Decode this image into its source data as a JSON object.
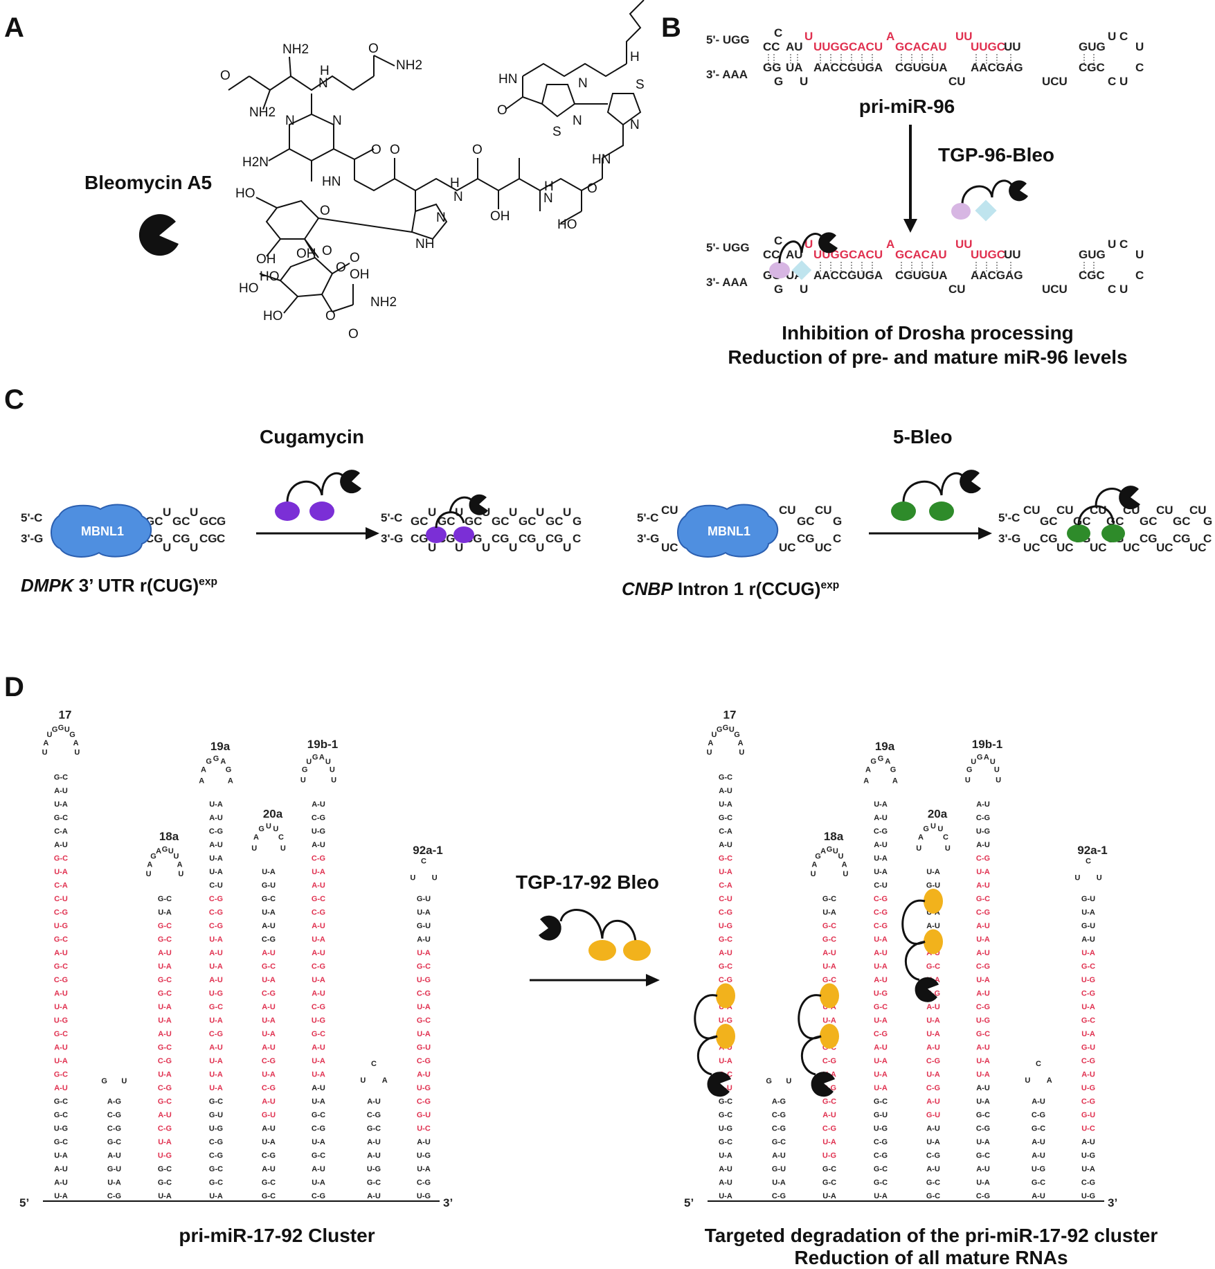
{
  "panels": {
    "A": {
      "label": "A",
      "compound_name": "Bleomycin A5",
      "atom_labels": [
        "NH2",
        "O",
        "NH2",
        "H",
        "N",
        "O",
        "NH2",
        "N",
        "N",
        "H2N",
        "HN",
        "O",
        "O",
        "N",
        "H",
        "OH",
        "O",
        "H",
        "N",
        "O",
        "HN",
        "N",
        "S",
        "S",
        "N",
        "N",
        "H",
        "HN",
        "O",
        "HO",
        "HO",
        "O",
        "OH",
        "N",
        "NH",
        "HO",
        "O",
        "OH",
        "O",
        "O",
        "OH",
        "HO",
        "HO",
        "O",
        "NH2",
        "O"
      ]
    },
    "B": {
      "label": "B",
      "rna_name": "pri-miR-96",
      "compound_name": "TGP-96-Bleo",
      "top": {
        "five_prime": "5'- UGG",
        "bulge1": "C",
        "stem1": "CC",
        "seg_au": "AU",
        "red1": "U",
        "red2": "UUGGCACU",
        "red3": "A",
        "red4": "GCACAU",
        "red5": "UU",
        "red6": "UUGC",
        "black1": "UU",
        "black2": "GUG",
        "loop_top": "U C",
        "loop_right": "U"
      },
      "bottom": {
        "three_prime": "3'- AAA",
        "stem1": "GG",
        "bulge1": "G",
        "seg_ua": "UA",
        "bulge2": "U",
        "seq1": "AACCGUGA",
        "seq2": "CGUGUA",
        "bulge3": "CU",
        "seq3": "AACGAG",
        "bulge4": "UCU",
        "seq4": "CGC",
        "loop_bottom": "C U",
        "loop_right": "C"
      },
      "outcome_line1": "Inhibition  of Drosha processing",
      "outcome_line2": "Reduction of pre- and mature miR-96 levels"
    },
    "C": {
      "label": "C",
      "left": {
        "compound_name": "Cugamycin",
        "protein": "MBNL1",
        "target_gene": "DMPK",
        "target_rest": " 3’ UTR r(CUG)",
        "target_sup": "exp",
        "top_strand": "5'-C",
        "bottom_strand": "3'-G",
        "repeat_top": "GC",
        "repeat_bot": "CG",
        "loop_top": "U",
        "loop_bot": "U",
        "end_top": "G",
        "end_bot": "C"
      },
      "right": {
        "compound_name": "5-Bleo",
        "protein": "MBNL1",
        "target_gene": "CNBP",
        "target_rest": " Intron 1 r(CCUG)",
        "target_sup": "exp",
        "top_strand": "5'-C",
        "bottom_strand": "3'-G",
        "repeat_top": "GC",
        "repeat_bot": "CG",
        "loop_top": "CU",
        "loop_bot": "UC",
        "end_top": "G",
        "end_bot": "C"
      }
    },
    "D": {
      "label": "D",
      "left_title": "pri-miR-17-92 Cluster",
      "compound_name": "TGP-17-92 Bleo",
      "right_caption_line1": "Targeted degradation of the pri-miR-17-92 cluster",
      "right_caption_line2": "Reduction of all mature RNAs",
      "five_prime": "5’",
      "three_prime": "3’",
      "hairpins": [
        {
          "name": "17",
          "pairs": [
            "U-A",
            "A-U",
            "A-U",
            "U-A",
            "G-C",
            "U-G",
            "G-C",
            "G-C",
            "A-U",
            "G-C",
            "U-A",
            "A-U",
            "G-C",
            "U-G",
            "U-A",
            "A-U",
            "C-G",
            "G-C",
            "A-U",
            "G-C",
            "U-G",
            "C-G",
            "C-U",
            "C-A",
            "U-A",
            "G-C",
            "A-U",
            "C-A",
            "G-C",
            "U-A",
            "A-U",
            "G-C"
          ],
          "loop": "UAUGGUGAU"
        },
        {
          "name": "",
          "pairs": [
            "C-G",
            "U-A",
            "G-U",
            "A-U",
            "G-C",
            "C-G",
            "C-G",
            "A-G"
          ],
          "loop": "GU"
        },
        {
          "name": "18a",
          "pairs": [
            "U-A",
            "G-C",
            "G-C",
            "U-G",
            "U-A",
            "C-G",
            "A-U",
            "G-C",
            "C-G",
            "U-A",
            "C-G",
            "G-C",
            "A-U",
            "U-A",
            "U-A",
            "G-C",
            "G-C",
            "U-A",
            "A-U",
            "G-C",
            "G-C",
            "U-A",
            "G-C"
          ],
          "loop": "UAGAGUUAU"
        },
        {
          "name": "19a",
          "pairs": [
            "U-A",
            "G-C",
            "G-C",
            "C-G",
            "C-G",
            "U-G",
            "G-U",
            "G-C",
            "U-A",
            "U-A",
            "U-A",
            "A-U",
            "C-G",
            "U-A",
            "G-C",
            "U-G",
            "A-U",
            "U-A",
            "A-U",
            "U-A",
            "C-G",
            "C-G",
            "C-G",
            "C-U",
            "U-A",
            "U-A",
            "A-U",
            "C-G",
            "A-U",
            "U-A"
          ],
          "loop": "AAGGAGA"
        },
        {
          "name": "20a",
          "pairs": [
            "G-C",
            "G-C",
            "A-U",
            "C-G",
            "U-A",
            "A-U",
            "G-U",
            "A-U",
            "C-G",
            "U-A",
            "C-G",
            "A-U",
            "U-A",
            "U-A",
            "A-U",
            "C-G",
            "U-A",
            "G-C",
            "A-U",
            "C-G",
            "A-U",
            "U-A",
            "G-C",
            "G-U",
            "U-A"
          ],
          "loop": "UAGUUCU"
        },
        {
          "name": "19b-1",
          "pairs": [
            "C-G",
            "U-A",
            "A-U",
            "G-C",
            "U-A",
            "C-G",
            "G-C",
            "U-A",
            "A-U",
            "U-A",
            "U-A",
            "A-U",
            "G-C",
            "U-G",
            "C-G",
            "A-U",
            "U-A",
            "C-G",
            "A-U",
            "U-A",
            "A-U",
            "C-G",
            "G-C",
            "A-U",
            "U-A",
            "C-G",
            "A-U",
            "U-G",
            "C-G",
            "A-U"
          ],
          "loop": "UGUGAUUU"
        },
        {
          "name": "",
          "pairs": [
            "A-U",
            "G-C",
            "U-G",
            "A-U",
            "A-U",
            "G-C",
            "C-G",
            "A-U"
          ],
          "loop": "UCA"
        },
        {
          "name": "92a-1",
          "pairs": [
            "U-G",
            "C-G",
            "U-A",
            "U-G",
            "A-U",
            "U-C",
            "G-U",
            "C-G",
            "U-G",
            "A-U",
            "C-G",
            "G-U",
            "U-A",
            "G-C",
            "U-A",
            "C-G",
            "U-G",
            "G-C",
            "U-A",
            "A-U",
            "G-U",
            "U-A",
            "G-U"
          ],
          "loop": "UCU"
        }
      ]
    }
  },
  "colors": {
    "red": "#e0304f",
    "black": "#111111",
    "purple_light": "#d7b6e3",
    "cyan_light": "#bfe4ee",
    "purple": "#7b2fd6",
    "green": "#2e8b2a",
    "yellow": "#f2b21c",
    "mbnl_blue": "#4f8fe0"
  }
}
